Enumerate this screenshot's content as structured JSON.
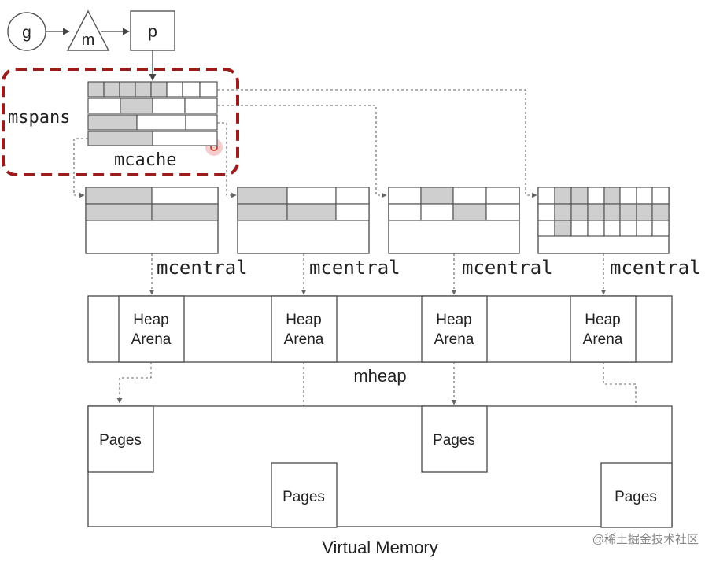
{
  "nodes": {
    "g": "g",
    "m": "m",
    "p": "p",
    "mspans": "mspans",
    "mcache": "mcache",
    "mcentral": [
      "mcentral",
      "mcentral",
      "mcentral",
      "mcentral"
    ],
    "heap_arena": [
      "Heap\nArena",
      "Heap\nArena",
      "Heap\nArena",
      "Heap\nArena"
    ],
    "mheap": "mheap",
    "pages": [
      "Pages",
      "Pages",
      "Pages",
      "Pages"
    ],
    "virtual_memory": "Virtual Memory"
  },
  "watermark": "@稀土掘金技术社区",
  "colors": {
    "highlight": "#9b1c1c",
    "span_fill": "#cfcfcf",
    "stroke": "#555555"
  }
}
